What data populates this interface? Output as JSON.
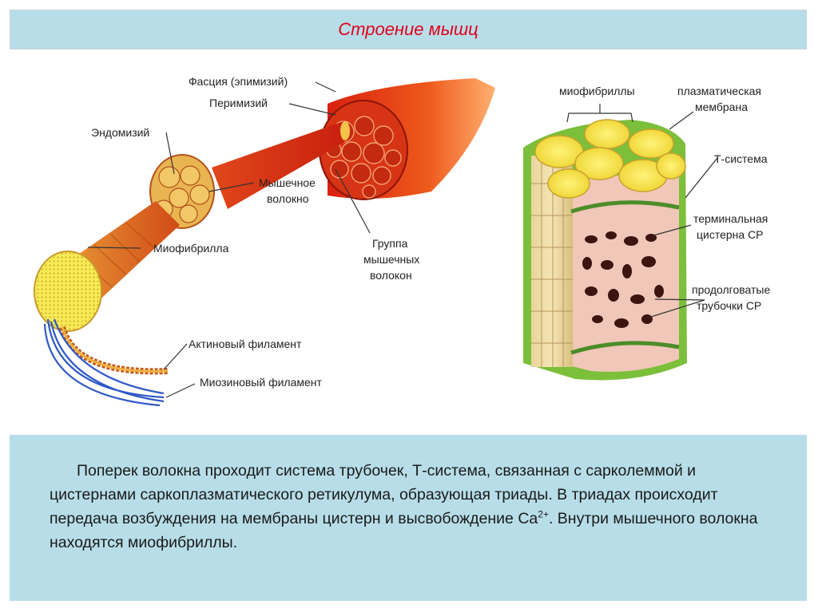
{
  "title": "Строение мышц",
  "labels": {
    "fascia": "Фасция (эпимизий)",
    "perimysium": "Перимизий",
    "endomysium": "Эндомизий",
    "muscle_fiber_1": "Мышечное",
    "muscle_fiber_2": "волокно",
    "myofibril": "Миофибрилла",
    "fiber_group_1": "Группа",
    "fiber_group_2": "мышечных",
    "fiber_group_3": "волокон",
    "actin": "Актиновый филамент",
    "myosin": "Миозиновый филамент",
    "myofibrils": "миофибриллы",
    "plasma_membrane_1": "плазматическая",
    "plasma_membrane_2": "мембрана",
    "t_system": "Т-система",
    "terminal_cistern_1": "терминальная",
    "terminal_cistern_2": "цистерна СР",
    "longitudinal_1": "продолговатые",
    "longitudinal_2": "трубочки СР"
  },
  "body": {
    "text_part1": "Поперек волокна проходит система трубочек, Т-система, связанная с сарколеммой и цистернами саркоплазматического ретикулума, образующая триады. В триадах происходит передача возбуждения на мембраны цистерн и высвобождение Ca",
    "superscript": "2+",
    "text_part2": ". Внутри мышечного волокна находятся миофибриллы."
  },
  "colors": {
    "panel_bg": "#b7dde8",
    "title_color": "#e3001b"
  }
}
